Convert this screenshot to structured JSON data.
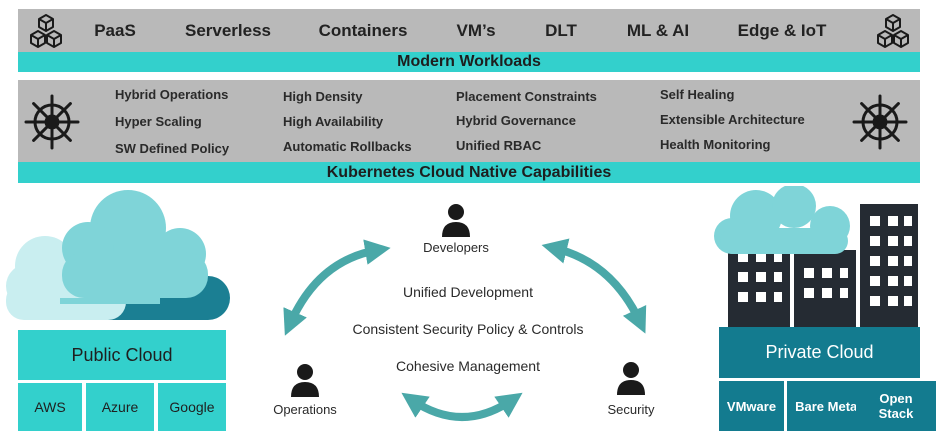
{
  "workloads": {
    "items": [
      "PaaS",
      "Serverless",
      "Containers",
      "VM’s",
      "DLT",
      "ML & AI",
      "Edge & IoT"
    ],
    "band_label": "Modern Workloads"
  },
  "capabilities": {
    "col1": [
      "Hybrid Operations",
      "Hyper Scaling",
      "SW Defined Policy"
    ],
    "col2": [
      "High Density",
      "High Availability",
      "Automatic Rollbacks"
    ],
    "col3": [
      "Placement Constraints",
      "Hybrid Governance",
      "Unified RBAC"
    ],
    "col4": [
      "Self Healing",
      "Extensible Architecture",
      "Health Monitoring"
    ],
    "band_label": "Kubernetes Cloud Native Capabilities"
  },
  "personas": {
    "developers": "Developers",
    "operations": "Operations",
    "security": "Security"
  },
  "center": {
    "line1": "Unified Development",
    "line2": "Consistent Security Policy & Controls",
    "line3": "Cohesive Management"
  },
  "public_cloud": {
    "title": "Public Cloud",
    "providers": [
      "AWS",
      "Azure",
      "Google"
    ]
  },
  "private_cloud": {
    "title": "Private Cloud",
    "platforms": [
      "VMware",
      "Bare Metal",
      "Open Stack"
    ]
  },
  "colors": {
    "teal": "#33d0cc",
    "dark_teal": "#137b8f",
    "gray": "#b9b9b9",
    "arrow": "#4aa8a8",
    "light_cloud": "#c9eef0",
    "mid_cloud": "#7fd4d8",
    "dark_cloud": "#1b7f93",
    "building": "#252b33"
  }
}
